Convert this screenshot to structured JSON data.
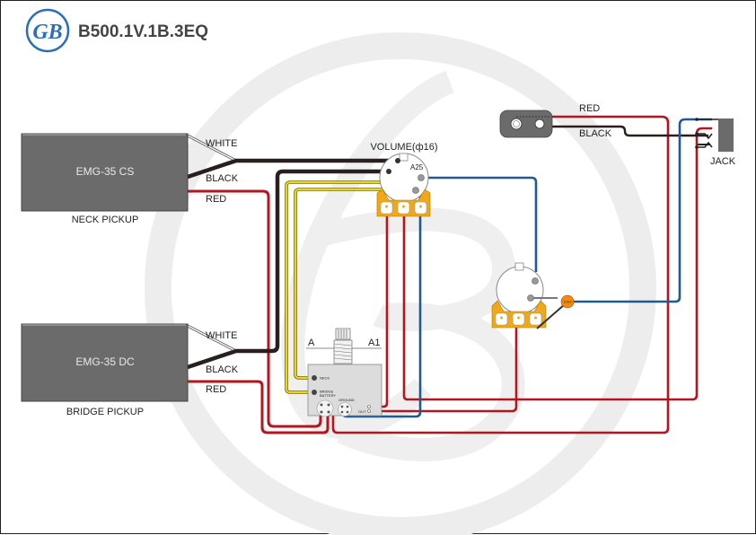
{
  "header": {
    "logo_text": "GB",
    "title": "B500.1V.1B.3EQ"
  },
  "colors": {
    "red_wire": "#b5151f",
    "black_wire": "#2a1f1f",
    "yellow_wire": "#e0cc1a",
    "blue_wire": "#1f5a96",
    "white_wire": "#ffffff",
    "pickup_body": "#6b6b6b",
    "pot_lug": "#f0a818",
    "capacitor": "#f08a10",
    "logo_blue": "#2a6fb8",
    "watermark": "#ececec"
  },
  "pickups": {
    "neck": {
      "model": "EMG-35 CS",
      "caption": "NECK PICKUP",
      "wires": [
        "WHITE",
        "BLACK",
        "RED"
      ]
    },
    "bridge": {
      "model": "EMG-35 DC",
      "caption": "BRIDGE PICKUP",
      "wires": [
        "WHITE",
        "BLACK",
        "RED"
      ]
    }
  },
  "volume_pot": {
    "label": "VOLUME(ф16)",
    "value": "A25"
  },
  "tone_pot": {
    "capacitor_label": "104M"
  },
  "eq_module": {
    "knob_left": "A",
    "knob_right": "A1",
    "terminals": {
      "neck": "NECK",
      "bridge": "BRIDGE",
      "battery": "BATTERY",
      "ground": "GROUND",
      "out": "OUT"
    }
  },
  "battery_clip": {
    "wires": [
      "RED",
      "BLACK"
    ]
  },
  "jack": {
    "label": "JACK"
  }
}
